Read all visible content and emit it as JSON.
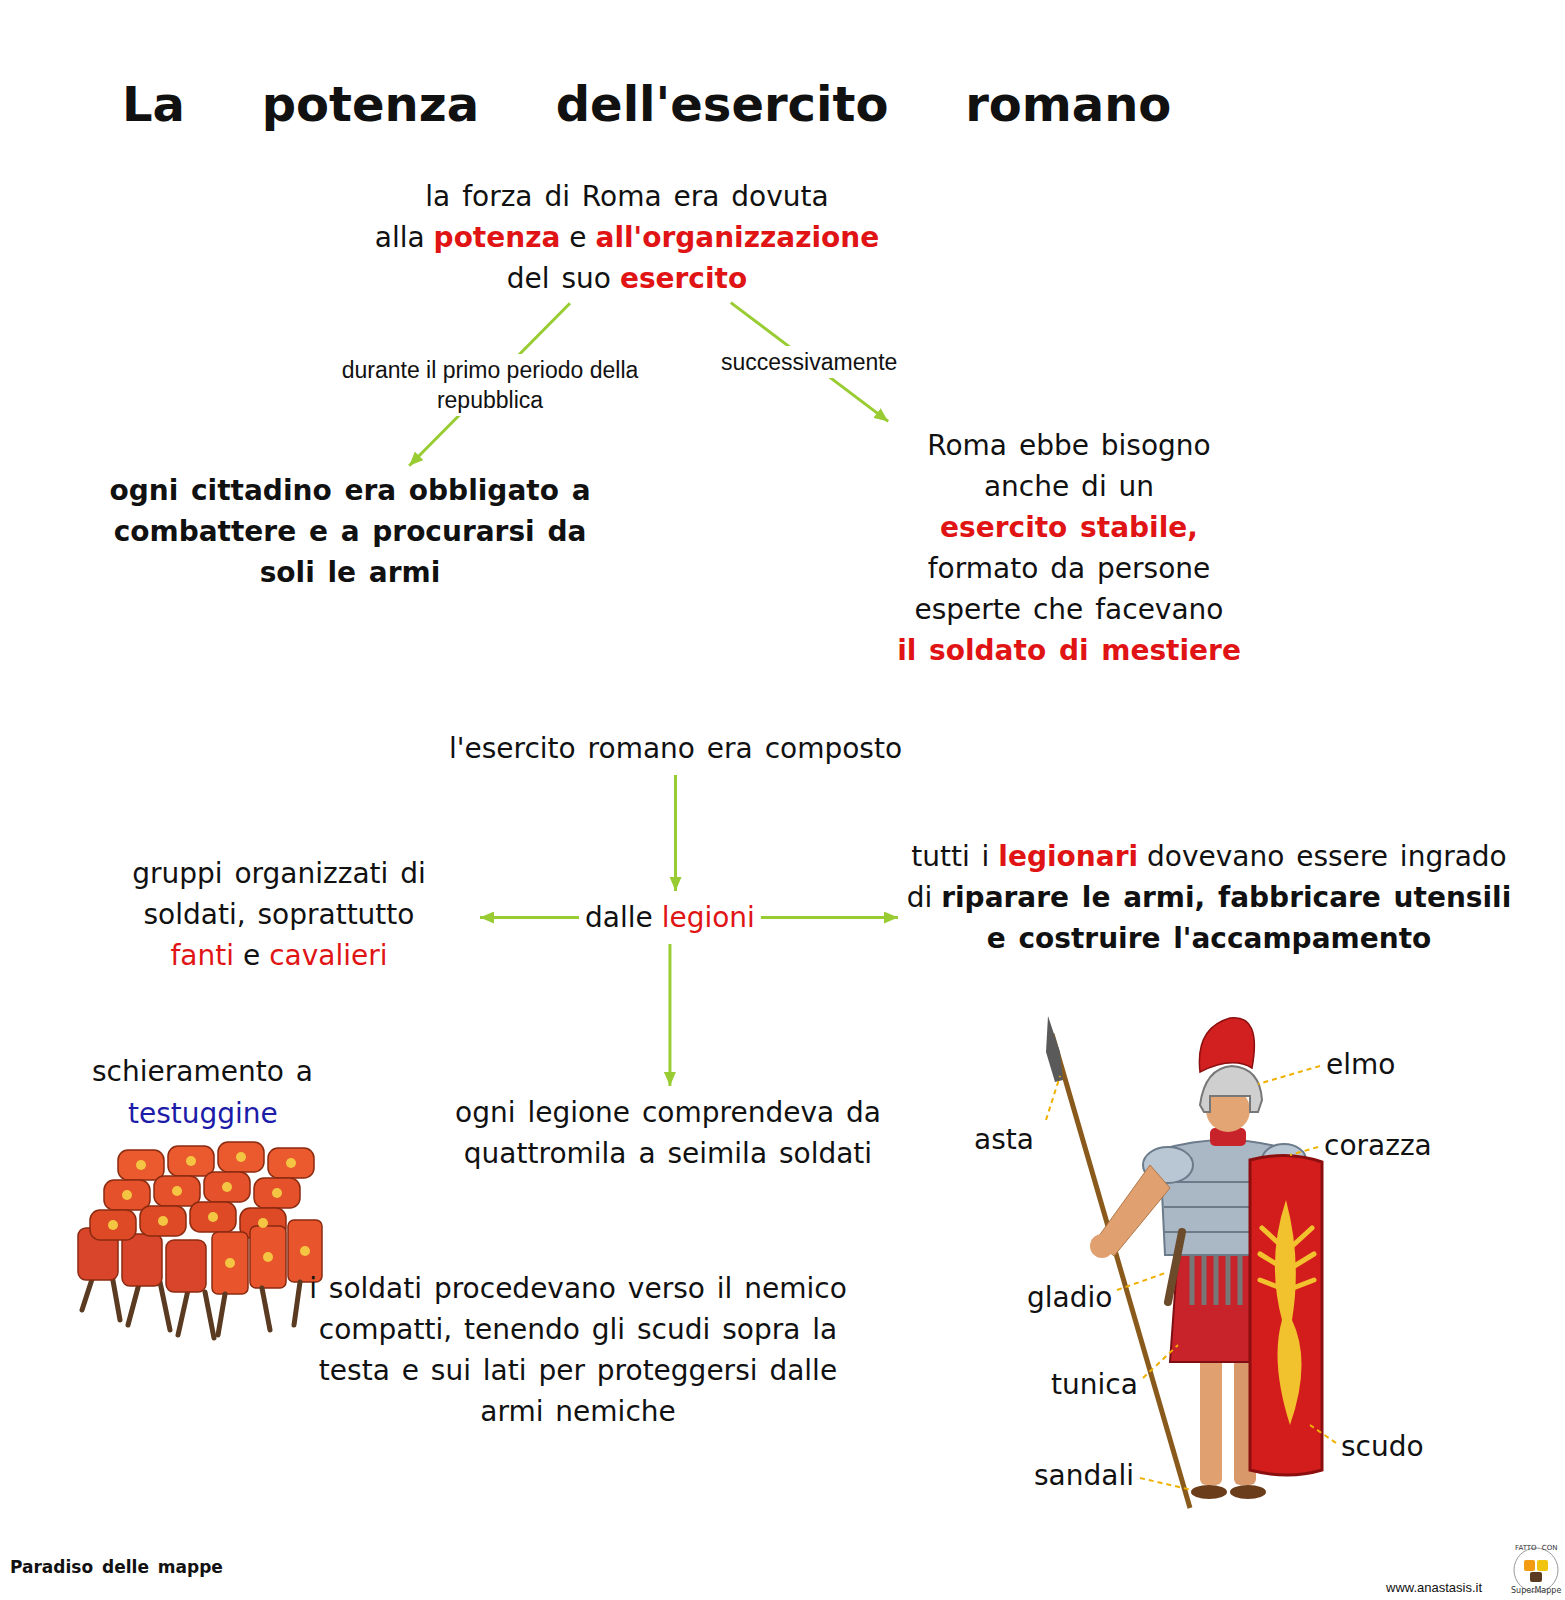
{
  "diagram": {
    "title": "La potenza dell'esercito romano",
    "nodes": [
      {
        "text": [
          "la forza di Roma era dovuta",
          "alla",
          "potenza",
          "e",
          "all'organizzazione",
          "del suo",
          "esercito"
        ]
      },
      {
        "text": [
          "ogni cittadino era obbligato a combattere e a procurarsi da soli le armi"
        ]
      },
      {
        "text": [
          "Roma ebbe bisogno anche di un",
          "esercito stabile,",
          "formato da persone esperte che facevano",
          "il soldato di mestiere"
        ]
      },
      {
        "text": [
          "l'esercito romano era composto"
        ]
      },
      {
        "text": [
          "dalle",
          "legioni"
        ]
      },
      {
        "text": [
          "gruppi organizzati di soldati, soprattutto",
          "fanti",
          "e",
          "cavalieri"
        ]
      },
      {
        "text": [
          "tutti i",
          "legionari",
          "dovevano essere ingrado di",
          "riparare le armi, fabbricare utensili e costruire l'accampamento"
        ]
      },
      {
        "text": [
          "ogni legione comprendeva da quattromila a seimila soldati"
        ]
      }
    ],
    "edges": [
      {
        "from": 0,
        "to": 1,
        "label": "durante il primo periodo della repubblica",
        "arrow": "to"
      },
      {
        "from": 0,
        "to": 2,
        "label": "successivamente",
        "arrow": "to"
      },
      {
        "from": 3,
        "to": 4,
        "arrow": "to"
      },
      {
        "from": 4,
        "to": 5,
        "arrow": "to"
      },
      {
        "from": 4,
        "to": 6,
        "arrow": "to"
      },
      {
        "from": 4,
        "to": 7,
        "arrow": "to"
      }
    ],
    "labels": [
      "schieramento a",
      "testuggine",
      "i soldati procedevano verso il nemico compatti, tenendo gli scudi sopra la testa e sui lati per proteggersi dalle armi nemiche",
      "asta",
      "elmo",
      "corazza",
      "gladio",
      "tunica",
      "sandali",
      "scudo",
      "Paradiso delle mappe",
      "www.anastasis.it",
      "FATTO CON",
      "SuperMappe"
    ]
  }
}
